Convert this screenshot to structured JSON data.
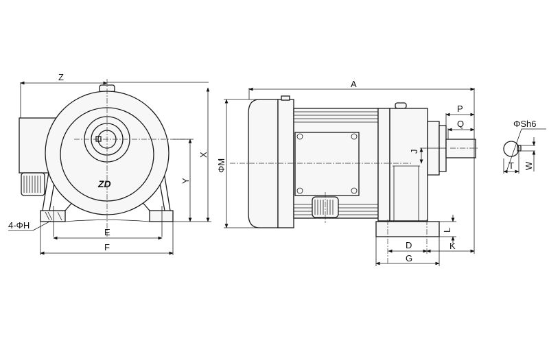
{
  "drawing": {
    "logo": "ZD",
    "front_view": {
      "dim_z": "Z",
      "dim_x": "X",
      "dim_y": "Y",
      "dim_e": "E",
      "dim_f": "F",
      "hole_spec": "4-ΦH"
    },
    "side_view": {
      "dim_a": "A",
      "dim_m": "ΦM",
      "dim_p": "P",
      "dim_q": "Q",
      "dim_j": "J",
      "dim_l": "L",
      "dim_k": "K",
      "dim_d": "D",
      "dim_g": "G"
    },
    "shaft_section": {
      "dim_s": "ΦSh6",
      "dim_t": "T",
      "dim_w": "W"
    }
  }
}
